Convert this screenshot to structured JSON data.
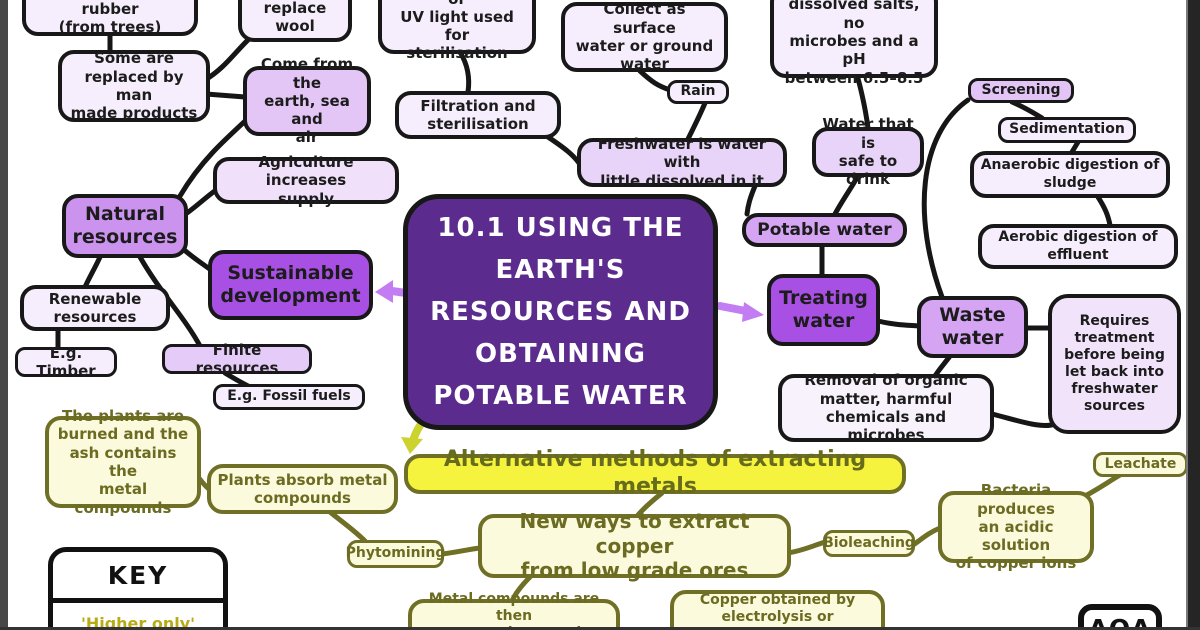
{
  "colors": {
    "title_purple": "#5b2c8e",
    "accent_purple": "#a950e4",
    "mid_purple": "#d5a4f3",
    "pale_purple": "#f6eefc",
    "arrow_purple": "#c27df2",
    "bright_yellow": "#f5f33d",
    "pale_yellow": "#fbfadd",
    "olive": "#6f6f26",
    "arrow_yellow": "#ccd22e"
  },
  "nodes": {
    "natural_rubber": {
      "label": "Some natural rubber\n(from trees)"
    },
    "replaced_man_made": {
      "label": "Some are\nreplaced by man\nmade products"
    },
    "fibres_wool": {
      "label": "fibres\nreplace wool"
    },
    "come_from_earth": {
      "label": "Come from the\nearth, sea and\nair"
    },
    "chlorine": {
      "label": "Chlorine, ozone or\nUV light used for\nsterilisation"
    },
    "filtration": {
      "label": "Filtration and\nsterilisation"
    },
    "collect_surface": {
      "label": "Collect as surface\nwater or ground\nwater"
    },
    "rain": {
      "label": "Rain"
    },
    "low_levels": {
      "label": "Low levels of\ndissolved salts, no\nmicrobes and a pH\nbetween 6.5–8.5"
    },
    "screening": {
      "label": "Screening"
    },
    "sedimentation": {
      "label": "Sedimentation"
    },
    "anaerobic": {
      "label": "Anaerobic digestion of\nsludge"
    },
    "aerobic": {
      "label": "Aerobic digestion of\neffluent"
    },
    "freshwater": {
      "label": "Freshwater is water with\nlittle dissolved in it"
    },
    "water_safe": {
      "label": "Water that is\nsafe to drink"
    },
    "potable": {
      "label": "Potable water"
    },
    "agriculture": {
      "label": "Agriculture increases\nsupply"
    },
    "natural_resources": {
      "label": "Natural\nresources"
    },
    "sustainable": {
      "label": "Sustainable\ndevelopment"
    },
    "renewable": {
      "label": "Renewable\nresources"
    },
    "timber": {
      "label": "E.g. Timber"
    },
    "finite": {
      "label": "Finite resources"
    },
    "fossil": {
      "label": "E.g. Fossil fuels"
    },
    "title": {
      "label": "10.1 USING THE\nEARTH'S\nRESOURCES AND\nOBTAINING\nPOTABLE WATER"
    },
    "treating": {
      "label": "Treating\nwater"
    },
    "waste": {
      "label": "Waste\nwater"
    },
    "requires": {
      "label": "Requires\ntreatment\nbefore being\nlet back into\nfreshwater\nsources"
    },
    "removal": {
      "label": "Removal of organic\nmatter, harmful\nchemicals and microbes"
    },
    "plants_burned": {
      "label": "The plants are\nburned and the\nash contains the\nmetal compounds"
    },
    "plants_absorb": {
      "label": "Plants absorb metal\ncompounds"
    },
    "phytomining": {
      "label": "Phytomining"
    },
    "alternative": {
      "label": "Alternative methods of extracting metals"
    },
    "new_ways": {
      "label": "New ways to extract copper\nfrom low grade ores"
    },
    "bioleaching": {
      "label": "Bioleaching"
    },
    "bacteria": {
      "label": "Bacteria produces\nan acidic solution\nof copper ions"
    },
    "leachate": {
      "label": "Leachate"
    },
    "metal_compounds": {
      "label": "Metal compounds are then\nprocessed to get the metal"
    },
    "copper_obtained": {
      "label": "Copper obtained by\nelectrolysis or displacement"
    }
  },
  "key": {
    "title": "KEY",
    "higher_only": "'Higher only'"
  },
  "logo": {
    "label": "AQA"
  }
}
